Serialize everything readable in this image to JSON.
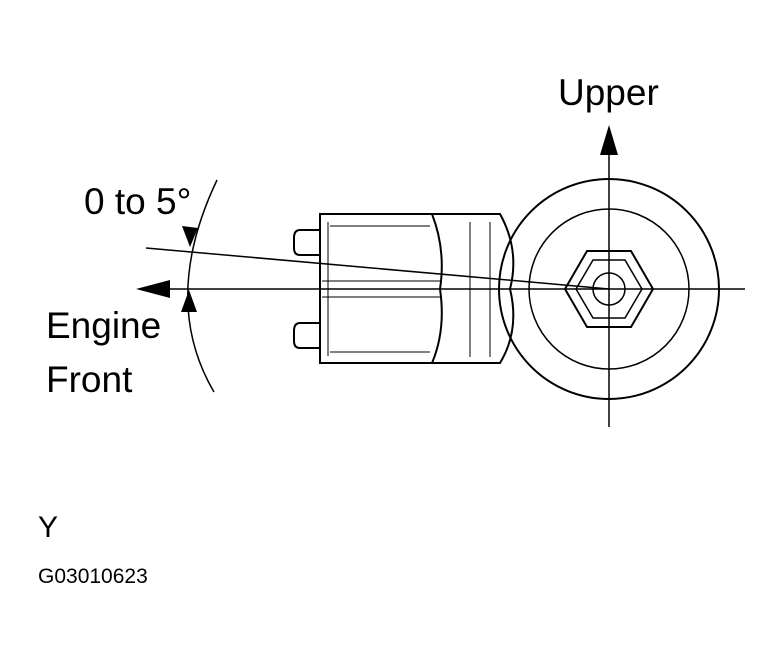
{
  "labels": {
    "upper": "Upper",
    "angle": "0 to 5°",
    "engine_front_line1": "Engine",
    "engine_front_line2": "Front",
    "view_letter": "Y",
    "figure_code": "G03010623"
  },
  "colors": {
    "ink": "#000000",
    "background": "#ffffff"
  }
}
